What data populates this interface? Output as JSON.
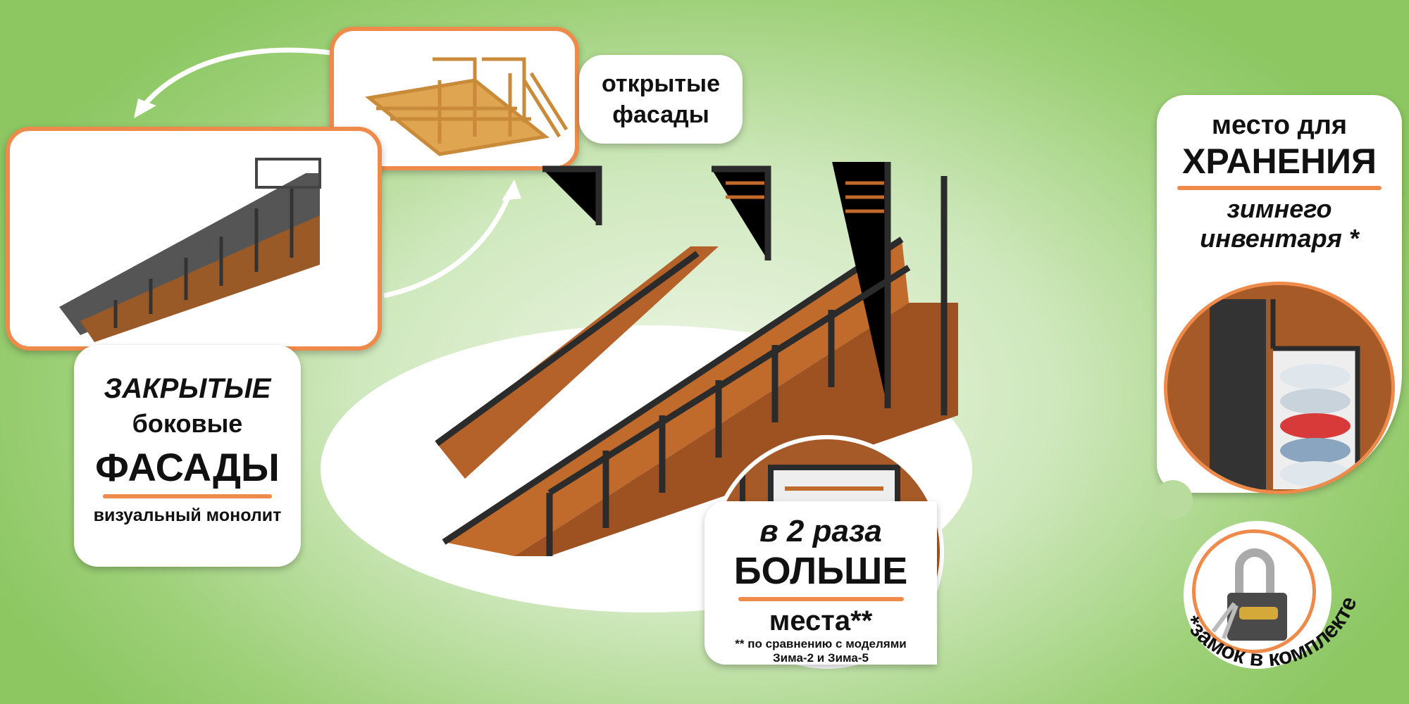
{
  "open_facades": {
    "line1": "открытые",
    "line2": "фасады"
  },
  "closed_facades": {
    "line1": "ЗАКРЫТЫЕ",
    "line2": "боковые",
    "line3": "ФАСАДЫ",
    "line4": "визуальный монолит"
  },
  "storage": {
    "line1": "место для",
    "line2": "ХРАНЕНИЯ",
    "line3": "зимнего",
    "line4": "инвентаря *"
  },
  "space": {
    "line1": "в 2 раза",
    "line2": "БОЛЬШЕ",
    "line3": "места**",
    "note1": "** по сравнению с моделями",
    "note2": "Зима-2 и Зима-5"
  },
  "lock": {
    "caption": "*замок в комплекте"
  },
  "colors": {
    "accent": "#ee8a4a",
    "wood": "#b8652a",
    "frame": "#2b2b2b"
  }
}
